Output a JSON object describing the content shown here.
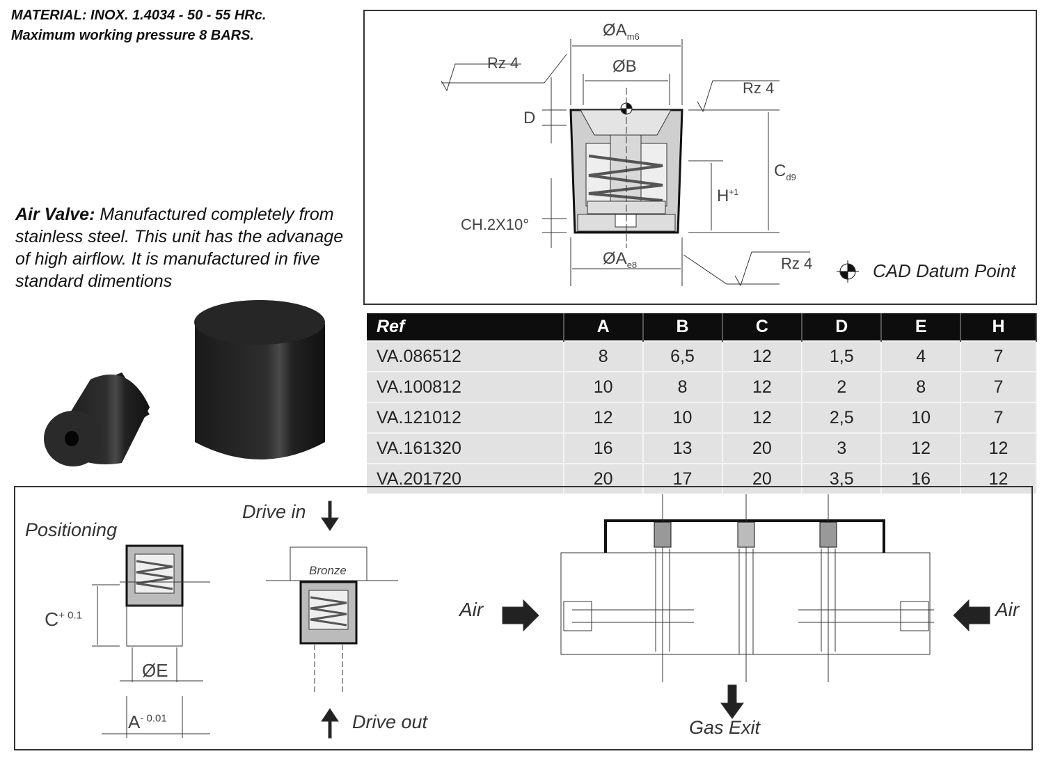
{
  "header": {
    "material": "MATERIAL: INOX. 1.4034 - 50 - 55 HRc.",
    "pressure": "Maximum working pressure 8 BARS."
  },
  "description": {
    "title": "Air Valve:",
    "body": " Manufactured completely from stainless steel. This unit has the advanage of high airflow. It is manufactured in five standard dimentions"
  },
  "drawing": {
    "dim_a_top": "ØA",
    "dim_a_top_tol": "m6",
    "dim_b": "ØB",
    "dim_d": "D",
    "chamfer": "CH.2X10°",
    "dim_a_bottom": "ØA",
    "dim_a_bottom_tol": "e8",
    "dim_h": "H",
    "dim_h_tol": "+1",
    "dim_c": "C",
    "dim_c_tol": "d9",
    "roughness_1": "Rz 4",
    "roughness_2": "Rz 4",
    "roughness_3": "Rz 4",
    "datum_label": "CAD Datum Point"
  },
  "table": {
    "headers": [
      "Ref",
      "A",
      "B",
      "C",
      "D",
      "E",
      "H"
    ],
    "rows": [
      [
        "VA.086512",
        "8",
        "6,5",
        "12",
        "1,5",
        "4",
        "7"
      ],
      [
        "VA.100812",
        "10",
        "8",
        "12",
        "2",
        "8",
        "7"
      ],
      [
        "VA.121012",
        "12",
        "10",
        "12",
        "2,5",
        "10",
        "7"
      ],
      [
        "VA.161320",
        "16",
        "13",
        "20",
        "3",
        "12",
        "12"
      ],
      [
        "VA.201720",
        "20",
        "17",
        "20",
        "3,5",
        "16",
        "12"
      ]
    ]
  },
  "usage": {
    "positioning": "Positioning",
    "dim_c": "C",
    "dim_c_tol": "+ 0.1",
    "dim_e": "ØE",
    "dim_a": "A",
    "dim_a_tol": "- 0.01",
    "drive_in": "Drive in",
    "bronze": "Bronze",
    "drive_out": "Drive out",
    "air_left": "Air",
    "air_right": "Air",
    "gas_exit": "Gas Exit"
  }
}
